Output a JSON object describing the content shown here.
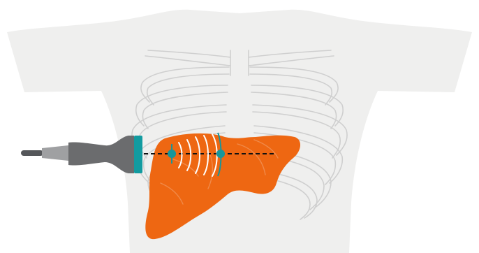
{
  "diagram": {
    "kind": "liver ultrasound elastography illustration",
    "labels": [],
    "colors": {
      "background": "#ffffff",
      "torso": "#efefee",
      "ribs_stroke": "#cfcfcf",
      "liver": "#ee6712",
      "liver_detail": "#f08a4a",
      "probe_body": "#6b6c6e",
      "probe_grip": "#5f6062",
      "probe_neck": "#9fa0a2",
      "probe_cable": "#55575a",
      "probe_tip": "#129ba0",
      "beam_line": "#111111",
      "wave": "#ffffff",
      "marker": "#15969b"
    },
    "icons": [
      "torso-silhouette",
      "ribcage",
      "liver-organ",
      "ultrasound-probe",
      "shear-wave-marker"
    ]
  }
}
